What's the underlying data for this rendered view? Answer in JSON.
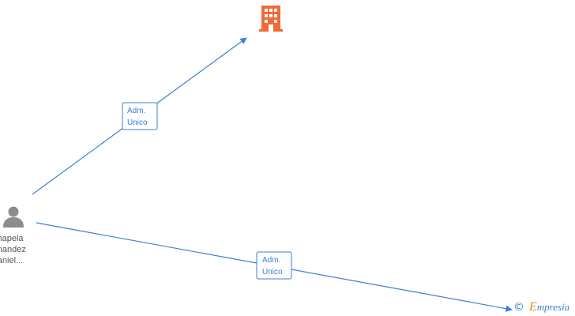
{
  "colors": {
    "edge": "#3b7fd4",
    "company": "#f26a35",
    "person": "#8c8c8c",
    "brand_accent": "#f08a1c"
  },
  "nodes": {
    "company": {
      "icon": "building-icon"
    },
    "person": {
      "icon": "person-icon",
      "name_lines": [
        "hapela",
        "rnandez",
        "aniel..."
      ]
    }
  },
  "edges": [
    {
      "label_lines": [
        "Adm.",
        "Unico"
      ]
    },
    {
      "label_lines": [
        "Adm.",
        "Unico"
      ]
    }
  ],
  "footer": {
    "copyright": "©",
    "brand_first": "E",
    "brand_rest": "mpresia"
  }
}
